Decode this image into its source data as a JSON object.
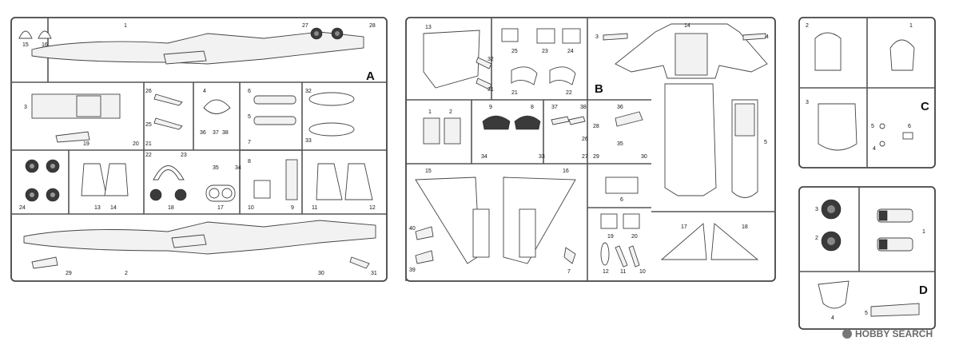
{
  "sprues": {
    "A": {
      "letter": "A",
      "labels": [
        "1",
        "27",
        "28",
        "15",
        "16",
        "3",
        "19",
        "20",
        "26",
        "25",
        "21",
        "4",
        "6",
        "5",
        "7",
        "32",
        "33",
        "36",
        "37",
        "38",
        "35",
        "34",
        "22",
        "23",
        "8",
        "24",
        "13",
        "14",
        "18",
        "17",
        "10",
        "9",
        "11",
        "12",
        "29",
        "2",
        "30",
        "31"
      ]
    },
    "B": {
      "letter": "B",
      "labels": [
        "13",
        "32",
        "31",
        "25",
        "23",
        "24",
        "21",
        "22",
        "14",
        "3",
        "4",
        "1",
        "2",
        "9",
        "8",
        "37",
        "38",
        "36",
        "28",
        "26",
        "27",
        "35",
        "34",
        "33",
        "29",
        "30",
        "5",
        "15",
        "16",
        "6",
        "19",
        "20",
        "17",
        "18",
        "40",
        "39",
        "7",
        "12",
        "11",
        "10"
      ]
    },
    "C": {
      "letter": "C",
      "labels": [
        "2",
        "1",
        "3",
        "5",
        "6",
        "4"
      ]
    },
    "D": {
      "letter": "D",
      "labels": [
        "3",
        "2",
        "1",
        "4",
        "5"
      ]
    }
  },
  "watermark": {
    "brand": "HOBBY SEARCH"
  }
}
